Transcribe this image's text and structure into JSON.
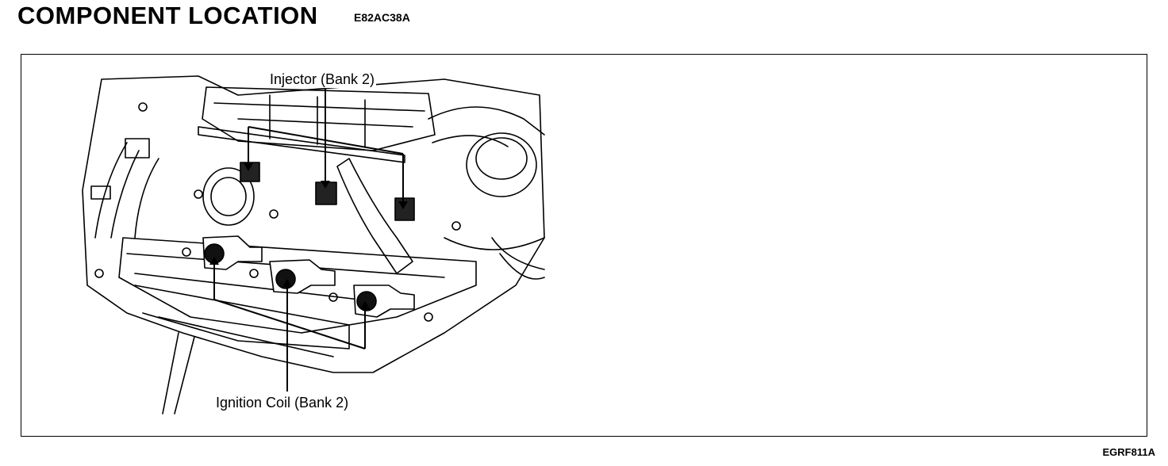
{
  "header": {
    "title": "COMPONENT LOCATION",
    "code": "E82AC38A"
  },
  "figure": {
    "labels": {
      "injector": "Injector (Bank 2)",
      "ignition_coil": "Ignition Coil (Bank 2)"
    },
    "reference": "EGRF811A"
  }
}
